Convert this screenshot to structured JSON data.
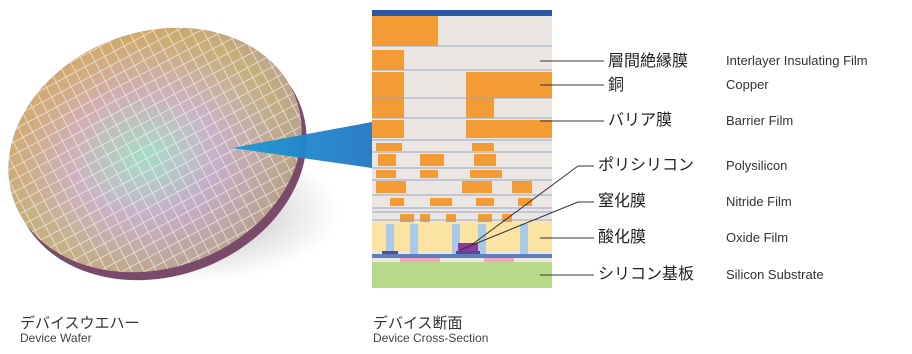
{
  "wafer": {
    "caption_jp": "デバイスウエハー",
    "caption_en": "Device Wafer"
  },
  "cross_section": {
    "caption_jp": "デバイス断面",
    "caption_en": "Device Cross-Section"
  },
  "legend": [
    {
      "jp": "層間絶縁膜",
      "en": "Interlayer Insulating Film"
    },
    {
      "jp": "銅",
      "en": "Copper"
    },
    {
      "jp": "バリア膜",
      "en": "Barrier Film"
    },
    {
      "jp": "ポリシリコン",
      "en": "Polysilicon"
    },
    {
      "jp": "窒化膜",
      "en": "Nitride Film"
    },
    {
      "jp": "酸化膜",
      "en": "Oxide Film"
    },
    {
      "jp": "シリコン基板",
      "en": "Silicon Substrate"
    }
  ],
  "colors": {
    "copper": "#f39b34",
    "insulating": "#ebe6e1",
    "barrier_top": "#2b58a6",
    "oxide": "#fbe3a4",
    "substrate": "#b9d98a",
    "pink": "#f3a6c3",
    "callout": "#1a9ad6"
  }
}
